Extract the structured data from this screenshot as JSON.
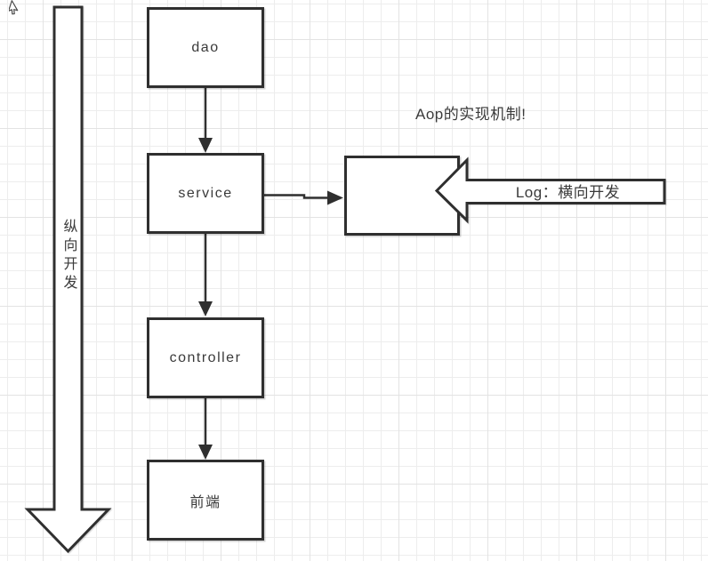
{
  "canvas": {
    "type": "diagram-whiteboard",
    "colors": {
      "background": "#ffffff",
      "grid_minor": "#ededed",
      "grid_major": "#e3e3e3",
      "shape_stroke": "#2f2f2f",
      "shape_fill": "#ffffff",
      "text": "#3a3a3a"
    }
  },
  "annotation": {
    "title": "Aop的实现机制!"
  },
  "flow_nodes": [
    {
      "label": "dao"
    },
    {
      "label": "service"
    },
    {
      "label": "controller"
    },
    {
      "label": "前端"
    }
  ],
  "aop_node": {
    "label": ""
  },
  "vertical_block_arrow": {
    "label": "纵向开发",
    "direction": "down"
  },
  "horizontal_block_arrow": {
    "label": "Log：横向开发",
    "direction": "left"
  },
  "connectors": [
    {
      "from": "dao",
      "to": "service"
    },
    {
      "from": "service",
      "to": "controller"
    },
    {
      "from": "controller",
      "to": "前端"
    },
    {
      "from": "service",
      "to": "aop-box"
    }
  ],
  "cursor": {
    "icon": "mouse-pointer-icon"
  }
}
